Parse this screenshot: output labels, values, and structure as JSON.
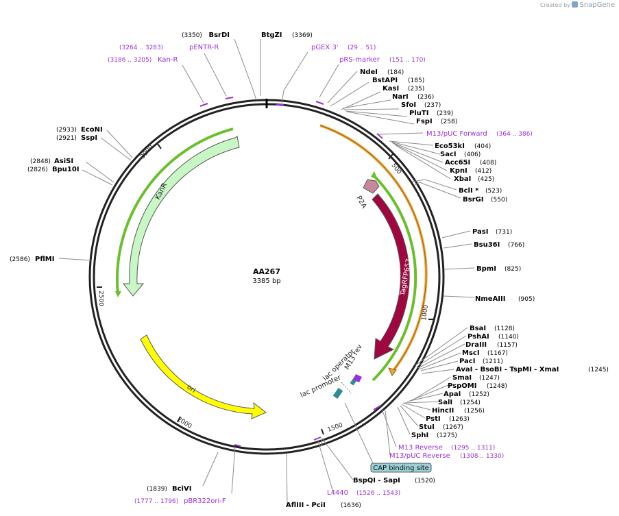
{
  "credit": {
    "prefix": "Created by",
    "brand": "SnapGene"
  },
  "plasmid": {
    "name": "AA267",
    "size_label": "3385 bp",
    "length": 3385
  },
  "tick_labels": [
    "500",
    "1000",
    "1500",
    "2000",
    "2500",
    "3000"
  ],
  "colors": {
    "backbone": "#222222",
    "enzyme_text": "#000000",
    "primer": "#9b30d9",
    "line": "#8a8a8a",
    "KanR": "#c8f7c5",
    "TagRFP657": "#a0063f",
    "P2A": "#c8889a",
    "ori": "#ffff00",
    "orange_arc": "#f2a83a",
    "green_arc": "#6bbf2a",
    "cap_badge": "#9ad0d6"
  },
  "enzymes": [
    {
      "name": "BsrDI",
      "pos": "(3350)",
      "side": "left"
    },
    {
      "name": "BtgZI",
      "pos": "(3369)",
      "side": "right"
    },
    {
      "name": "NdeI",
      "pos": "(184)",
      "side": "right"
    },
    {
      "name": "BstAPI",
      "pos": "(185)",
      "side": "right"
    },
    {
      "name": "KasI",
      "pos": "(235)",
      "side": "right"
    },
    {
      "name": "NarI",
      "pos": "(236)",
      "side": "right"
    },
    {
      "name": "SfoI",
      "pos": "(237)",
      "side": "right"
    },
    {
      "name": "PluTI",
      "pos": "(239)",
      "side": "right"
    },
    {
      "name": "FspI",
      "pos": "(258)",
      "side": "right"
    },
    {
      "name": "Eco53kI",
      "pos": "(404)",
      "side": "right"
    },
    {
      "name": "SacI",
      "pos": "(406)",
      "side": "right"
    },
    {
      "name": "Acc65I",
      "pos": "(408)",
      "side": "right"
    },
    {
      "name": "KpnI",
      "pos": "(412)",
      "side": "right"
    },
    {
      "name": "XbaI",
      "pos": "(425)",
      "side": "right"
    },
    {
      "name": "BclI *",
      "pos": "(523)",
      "side": "right"
    },
    {
      "name": "BsrGI",
      "pos": "(550)",
      "side": "right"
    },
    {
      "name": "PasI",
      "pos": "(731)",
      "side": "right"
    },
    {
      "name": "Bsu36I",
      "pos": "(766)",
      "side": "right"
    },
    {
      "name": "BpmI",
      "pos": "(825)",
      "side": "right"
    },
    {
      "name": "NmeAIII",
      "pos": "(905)",
      "side": "right"
    },
    {
      "name": "BsaI",
      "pos": "(1128)",
      "side": "right"
    },
    {
      "name": "PshAI",
      "pos": "(1140)",
      "side": "right"
    },
    {
      "name": "DraIII",
      "pos": "(1157)",
      "side": "right"
    },
    {
      "name": "MscI",
      "pos": "(1167)",
      "side": "right"
    },
    {
      "name": "PacI",
      "pos": "(1211)",
      "side": "right"
    },
    {
      "name": "AvaI - BsoBI - TspMI - XmaI",
      "pos": "(1245)",
      "side": "right"
    },
    {
      "name": "SmaI",
      "pos": "(1247)",
      "side": "right"
    },
    {
      "name": "PspOMI",
      "pos": "(1248)",
      "side": "right"
    },
    {
      "name": "ApaI",
      "pos": "(1252)",
      "side": "right"
    },
    {
      "name": "SalI",
      "pos": "(1254)",
      "side": "right"
    },
    {
      "name": "HincII",
      "pos": "(1256)",
      "side": "right"
    },
    {
      "name": "PstI",
      "pos": "(1263)",
      "side": "right"
    },
    {
      "name": "StuI",
      "pos": "(1267)",
      "side": "right"
    },
    {
      "name": "SphI",
      "pos": "(1275)",
      "side": "right"
    },
    {
      "name": "BspQI - SapI",
      "pos": "(1520)",
      "side": "right"
    },
    {
      "name": "AflIII - PciI",
      "pos": "(1636)",
      "side": "right"
    },
    {
      "name": "BciVI",
      "pos": "(1839)",
      "side": "left"
    },
    {
      "name": "PflMI",
      "pos": "(2586)",
      "side": "left"
    },
    {
      "name": "AsiSI",
      "pos": "(2848)",
      "side": "left"
    },
    {
      "name": "Bpu10I",
      "pos": "(2826)",
      "side": "left"
    },
    {
      "name": "EcoNI",
      "pos": "(2933)",
      "side": "left"
    },
    {
      "name": "SspI",
      "pos": "(2921)",
      "side": "left"
    }
  ],
  "primers": [
    {
      "name": "pENTR-R",
      "pos": "(3264 .. 3283)",
      "side": "left"
    },
    {
      "name": "Kan-R",
      "pos": "(3186 .. 3205)",
      "side": "left"
    },
    {
      "name": "pGEX 3'",
      "pos": "(29 .. 51)",
      "side": "right"
    },
    {
      "name": "pRS-marker",
      "pos": "(151 .. 170)",
      "side": "right"
    },
    {
      "name": "M13/pUC Forward",
      "pos": "(364 .. 386)",
      "side": "right"
    },
    {
      "name": "M13 Reverse",
      "pos": "(1295 .. 1311)",
      "side": "right"
    },
    {
      "name": "M13/pUC Reverse",
      "pos": "(1308 .. 1330)",
      "side": "right"
    },
    {
      "name": "L4440",
      "pos": "(1526 .. 1543)",
      "side": "right"
    },
    {
      "name": "pBR322ori-F",
      "pos": "(1777 .. 1796)",
      "side": "left"
    }
  ],
  "features": [
    {
      "name": "KanR",
      "color": "#c8f7c5"
    },
    {
      "name": "TagRFP657",
      "color": "#a0063f"
    },
    {
      "name": "P2A",
      "color": "#c8889a"
    },
    {
      "name": "ori",
      "color": "#ffff00"
    },
    {
      "name": "lac operator"
    },
    {
      "name": "lac promoter"
    },
    {
      "name": "M13 rev"
    },
    {
      "name": "CAP binding site"
    }
  ]
}
